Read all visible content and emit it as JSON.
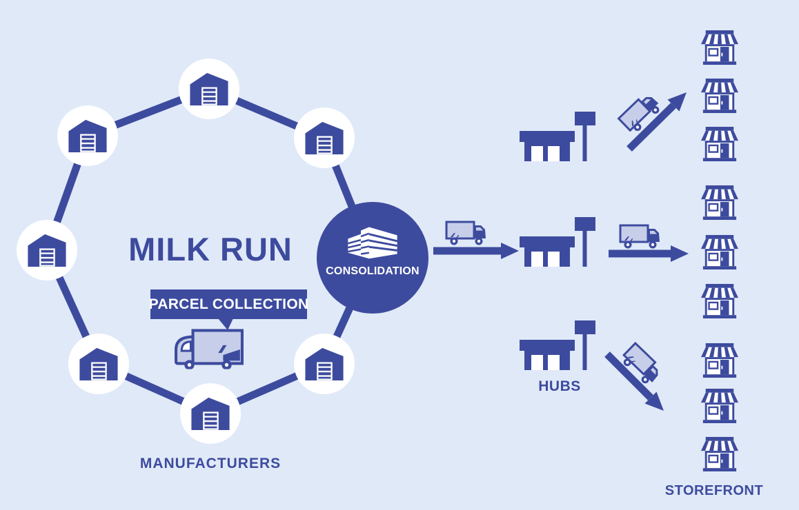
{
  "diagram": {
    "title": "MILK RUN",
    "callout_label": "PARCEL COLLECTION",
    "center_node_label": "CONSOLIDATION",
    "manufacturers_label": "MANUFACTURERS",
    "hubs_label": "HUBS",
    "storefront_label": "STOREFRONT",
    "manufacturer_count": 7,
    "hub_count": 3,
    "storefront_count": 9
  },
  "colors": {
    "background": "#e0e9f8",
    "primary": "#3d4b9e",
    "truck-body": "#c7cee9",
    "node-fill": "#ffffff"
  },
  "icons": {
    "manufacturer_node": "warehouse-icon",
    "center_node": "office-building-icon",
    "transport": "delivery-truck-icon",
    "hub_node": "convenience-store-icon",
    "destination": "storefront-icon",
    "flow": "arrow-icon"
  }
}
